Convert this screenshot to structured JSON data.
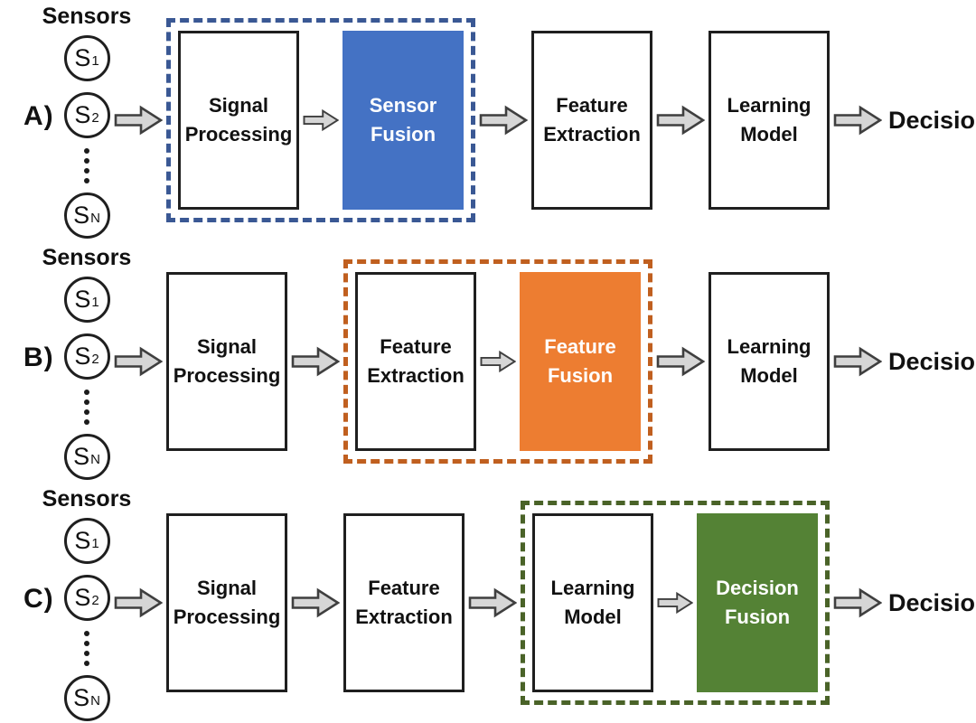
{
  "colors": {
    "fusion_blue_fill": "#4472C4",
    "fusion_orange_fill": "#ED7D31",
    "fusion_green_fill": "#548235",
    "group_dash_blue": "#3A5894",
    "group_dash_orange": "#C05F1F",
    "group_dash_green": "#4A6328",
    "arrow_fill": "#D6D6D6",
    "arrow_stroke": "#3F3F3F",
    "box_border": "#1F1F1F"
  },
  "sensors": {
    "label": "Sensors",
    "items": [
      {
        "base": "S",
        "sub": "1"
      },
      {
        "base": "S",
        "sub": "2"
      },
      {
        "base": "S",
        "sub": "N"
      }
    ]
  },
  "rows": [
    {
      "label": "A)",
      "stages": {
        "signal_processing": {
          "line1": "Signal",
          "line2": "Processing"
        },
        "sensor_fusion": {
          "line1": "Sensor",
          "line2": "Fusion"
        },
        "feature_extraction": {
          "line1": "Feature",
          "line2": "Extraction"
        },
        "learning_model": {
          "line1": "Learning",
          "line2": "Model"
        }
      },
      "output": "Decision"
    },
    {
      "label": "B)",
      "stages": {
        "signal_processing": {
          "line1": "Signal",
          "line2": "Processing"
        },
        "feature_extraction": {
          "line1": "Feature",
          "line2": "Extraction"
        },
        "feature_fusion": {
          "line1": "Feature",
          "line2": "Fusion"
        },
        "learning_model": {
          "line1": "Learning",
          "line2": "Model"
        }
      },
      "output": "Decision"
    },
    {
      "label": "C)",
      "stages": {
        "signal_processing": {
          "line1": "Signal",
          "line2": "Processing"
        },
        "feature_extraction": {
          "line1": "Feature",
          "line2": "Extraction"
        },
        "learning_model": {
          "line1": "Learning",
          "line2": "Model"
        },
        "decision_fusion": {
          "line1": "Decision",
          "line2": "Fusion"
        }
      },
      "output": "Decision"
    }
  ]
}
